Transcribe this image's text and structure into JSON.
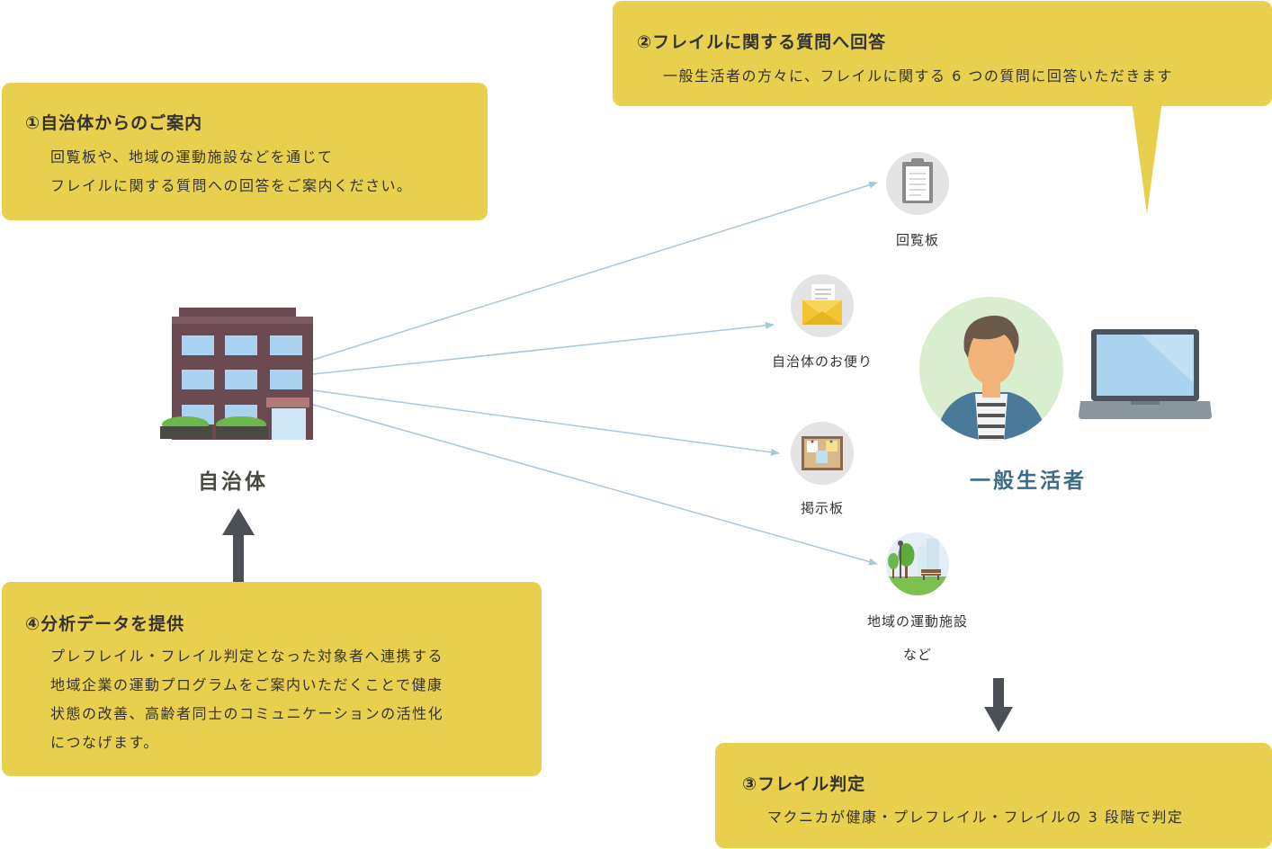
{
  "step1": {
    "title": "①自治体からのご案内",
    "line1": "回覧板や、地域の運動施設などを通じて",
    "line2": "フレイルに関する質問への回答をご案内ください。"
  },
  "step2": {
    "title": "②フレイルに関する質問へ回答",
    "line1": "一般生活者の方々に、フレイルに関する 6 つの質問に回答いただきます"
  },
  "step3": {
    "title": "③フレイル判定",
    "line1": "マクニカが健康・プレフレイル・フレイルの 3 段階で判定"
  },
  "step4": {
    "title": "④分析データを提供",
    "line1": "プレフレイル・フレイル判定となった対象者へ連携する",
    "line2": "地域企業の運動プログラムをご案内いただくことで健康",
    "line3": "状態の改善、高齢者同士のコミュニケーションの活性化",
    "line4": "につなげます。"
  },
  "nodes": {
    "municipality": "自治体",
    "citizen": "一般生活者",
    "kairanban": "回覧板",
    "newsletter": "自治体のお便り",
    "bulletin": "掲示板",
    "facility_line1": "地域の運動施設",
    "facility_line2": "など"
  },
  "colors": {
    "box": "#e8cf4e",
    "arrow_line": "#a8c8d8",
    "big_arrow": "#4a5055",
    "citizen_label": "#3d6b85",
    "municipality_label": "#4a4a40"
  },
  "icons": {
    "municipality": "building-icon",
    "citizen": "person-avatar-icon",
    "device": "laptop-icon",
    "kairanban": "clipboard-icon",
    "newsletter": "envelope-icon",
    "bulletin": "corkboard-icon",
    "facility": "park-icon"
  }
}
